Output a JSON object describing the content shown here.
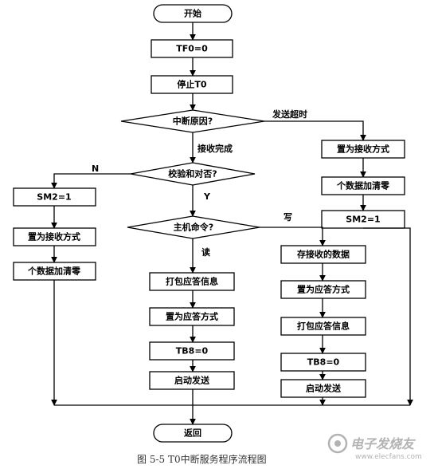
{
  "nodes": {
    "start": "开始",
    "tf0": "TF0=0",
    "stop_t0": "停止T0",
    "interrupt_cause": "中断原因?",
    "verify_address": "校验和对否?",
    "sm2_set": "SM2=1",
    "set_receive_left": "置为接收方式",
    "clear_count": "个数据加清零",
    "host_command": "主机命令?",
    "pack_info_mid": "打包应答信息",
    "set_reply_mid": "置为应答方式",
    "tb8_mid": "TB8=0",
    "start_send_mid": "启动发送",
    "store_data": "存接收的数据",
    "set_reply_right": "置为应答方式",
    "pack_info_right": "打包应答信息",
    "tb8_right": "TB8=0",
    "start_send_right": "启动发送",
    "set_receive_far": "置为接收方式",
    "clear_count_far": "个数据加清零",
    "sm2_far": "SM2=1",
    "return": "返回"
  },
  "edges": {
    "timeout": "发送超时",
    "receive_done": "接收完成",
    "no": "N",
    "yes": "Y",
    "read": "读",
    "write": "写"
  },
  "caption": "图 5-5   T0中断服务程序流程图",
  "watermark": {
    "logo_text": "电子发烧友",
    "url": "www.elecfans.com"
  }
}
